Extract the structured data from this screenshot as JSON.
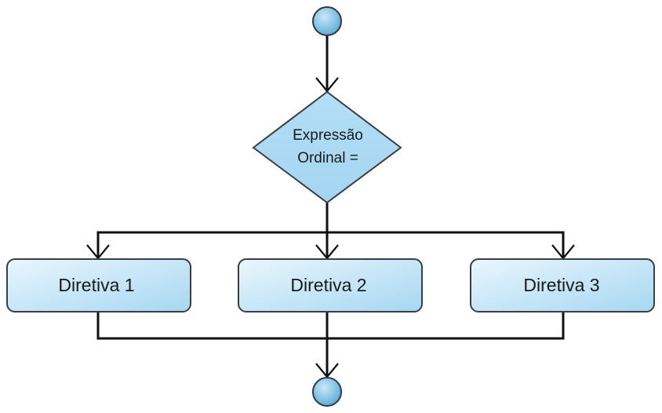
{
  "diagram": {
    "decision": {
      "line1": "Expressão",
      "line2": "Ordinal ="
    },
    "actions": [
      {
        "label": "Diretiva 1"
      },
      {
        "label": "Diretiva 2"
      },
      {
        "label": "Diretiva 3"
      }
    ]
  },
  "colors": {
    "node_fill_light": "#e6f4fc",
    "node_fill_dark": "#a8d8f3",
    "node_stroke": "#3a3f44",
    "circle_fill_light": "#c4e6f9",
    "circle_fill_dark": "#5ba9d6",
    "line": "#111111"
  }
}
